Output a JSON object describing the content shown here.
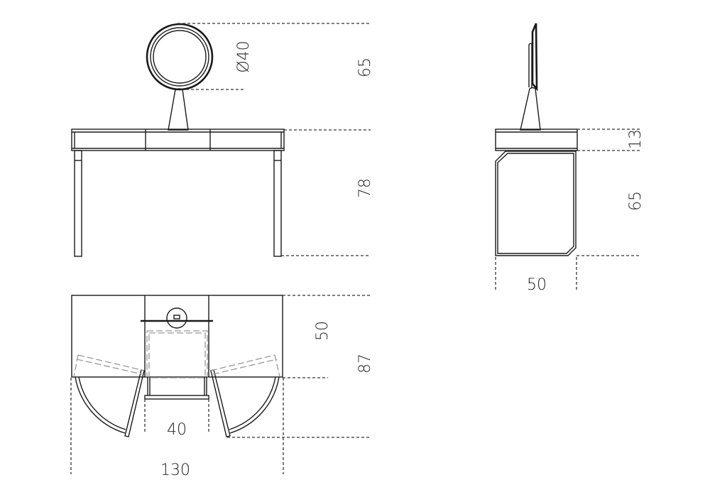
{
  "front_view": {
    "mirror_diameter": "Ø40",
    "mirror_height": "65",
    "table_height": "78"
  },
  "side_view": {
    "top_height": "13",
    "body_height": "65",
    "depth": "50"
  },
  "top_view": {
    "depth": "50",
    "open_depth": "87",
    "drawer_width": "40",
    "total_width": "130"
  }
}
